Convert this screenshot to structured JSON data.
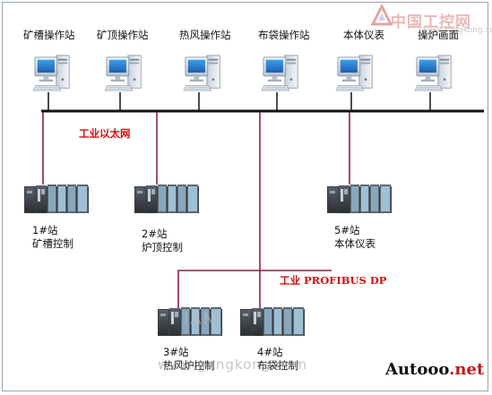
{
  "workstations": [
    {
      "label": "矿槽操作站"
    },
    {
      "label": "矿顶操作站"
    },
    {
      "label": "热风操作站"
    },
    {
      "label": "布袋操作站"
    },
    {
      "label": "本体仪表"
    },
    {
      "label": "操炉画面"
    }
  ],
  "networks": {
    "ethernet": "工业以太网",
    "profibus": "工业 PROFIBUS DP"
  },
  "stations": [
    {
      "number": "1#站",
      "name": "矿槽控制"
    },
    {
      "number": "2#站",
      "name": "炉顶控制"
    },
    {
      "number": "3#站",
      "name": "热风炉控制"
    },
    {
      "number": "4#站",
      "name": "布袋控制"
    },
    {
      "number": "5#站",
      "name": "本体仪表"
    }
  ],
  "watermarks": {
    "top_cn": "中国工控网",
    "top_en": "www.gongkong.com",
    "bottom_a": "Autooo",
    "bottom_b": ".net",
    "center": "www.gongkong.com",
    "center_top": "IAN"
  },
  "colors": {
    "ethernet_line": "#8a1f4c",
    "bus_line": "#111111",
    "profibus_label": "#d10f0f"
  }
}
